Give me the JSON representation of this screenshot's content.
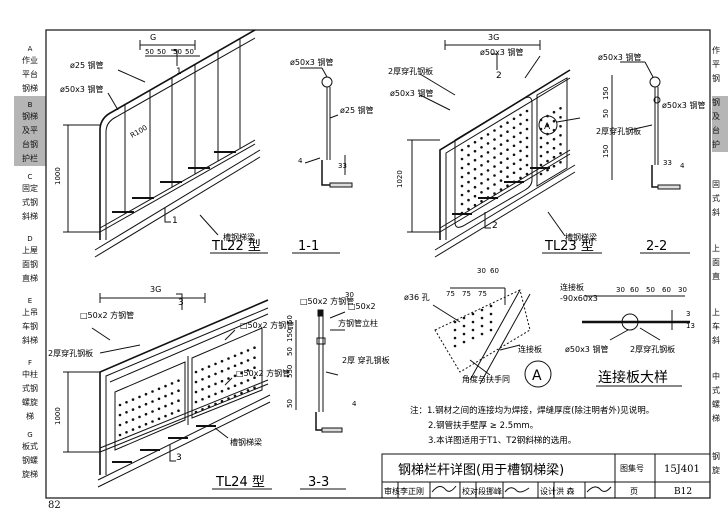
{
  "left_tabs": [
    {
      "letter": "A",
      "lines": "作业\n平台\n钢梯",
      "active": false
    },
    {
      "letter": "B",
      "lines": "钢梯\n及平\n台钢\n护栏",
      "active": true
    },
    {
      "letter": "C",
      "lines": "固定\n式钢\n斜梯",
      "active": false
    },
    {
      "letter": "D",
      "lines": "上屋\n面钢\n直梯",
      "active": false
    },
    {
      "letter": "E",
      "lines": "上吊\n车钢\n斜梯",
      "active": false
    },
    {
      "letter": "F",
      "lines": "中柱\n式钢\n螺旋\n梯",
      "active": false
    },
    {
      "letter": "G",
      "lines": "板式\n钢螺\n旋梯",
      "active": false
    }
  ],
  "right_tabs": [
    {
      "lines": "作\n平\n钢",
      "active": false
    },
    {
      "lines": "钢\n及\n台\n护",
      "active": true
    },
    {
      "lines": "固\n式\n斜",
      "active": false
    },
    {
      "lines": "上\n面\n直",
      "active": false
    },
    {
      "lines": "上\n车\n斜",
      "active": false
    },
    {
      "lines": "中\n式\n螺\n梯",
      "active": false
    },
    {
      "lines": "钢\n旋",
      "active": false
    }
  ],
  "page_number": "82",
  "tl22": {
    "title": "TL22 型",
    "section": "1-1",
    "dim_G": "G",
    "dims_top": [
      "50",
      "50",
      "50",
      "50"
    ],
    "label_rail": "ø25 钢管",
    "label_handrail": "ø50x3 钢管",
    "label_r": "R100",
    "height": "1000",
    "section_mark": "1",
    "label_beam": "槽钢梯梁",
    "sec_top": "ø50x3 钢管",
    "sec_mid": "ø25 钢管",
    "sec_weld": "4",
    "sec_dim": "33"
  },
  "tl23": {
    "title": "TL23 型",
    "section": "2-2",
    "dim_3G": "3G",
    "label_top": "ø50x3 钢管",
    "label_plate": "2厚穿孔钢板",
    "label_handrail": "ø50x3 钢管",
    "height": "1020",
    "section_mark": "2",
    "label_beam": "槽钢梯梁",
    "callout": "A",
    "sec_top": "ø50x3 钢管",
    "sec_tube": "ø50x3 钢管",
    "sec_plate": "2厚穿孔钢板",
    "sec_d1": "150",
    "sec_d2": "50",
    "sec_d3": "150",
    "sec_d4": "33",
    "sec_weld": "4"
  },
  "tl24": {
    "title": "TL24 型",
    "section": "3-3",
    "dim_3G": "3G",
    "label_tube": "□50x2\n方钢管",
    "label_plate": "2厚穿孔钢板",
    "label_tube2": "□50x2\n方钢管",
    "label_tube3": "□50x2\n方钢管",
    "height": "1000",
    "section_mark": "3",
    "label_beam": "槽钢梯梁",
    "sec_top": "□50x2\n方钢管",
    "sec_top2": "□50x2",
    "sec_post": "方钢管立柱",
    "sec_plate": "2厚\n穿孔钢板",
    "sec_dims": [
      "50",
      "150",
      "50",
      "550",
      "50"
    ],
    "sec_d30": "30",
    "sec_weld": "4"
  },
  "detail": {
    "hole": "ø36 孔",
    "dims": [
      "75",
      "75",
      "75"
    ],
    "d30": "30",
    "d60": "60",
    "link": "连接板",
    "angle": "角度与扶手同",
    "callout": "A",
    "title": "连接板大样",
    "link2": "连接板",
    "link2_size": "-90x60x3",
    "dims2": [
      "30",
      "60",
      "50",
      "60",
      "30"
    ],
    "pipe": "ø50x3 钢管",
    "plate": "2厚穿孔钢板",
    "d3": "3",
    "d13": "13"
  },
  "notes": [
    "注：1.钢材之间的连接均为焊接，焊缝厚度(除注明者外)见说明。",
    "2.钢管扶手壁厚 ≥ 2.5mm。",
    "3.本详图适用于T1、T2钢斜梯的选用。"
  ],
  "title_block": {
    "title": "钢梯栏杆详图(用于槽钢梯梁)",
    "atlas_label": "图集号",
    "atlas_no": "15J401",
    "review": "审核",
    "reviewer": "李正刚",
    "check": "校对",
    "checker": "段挪峰",
    "design": "设计",
    "designer": "洪  森",
    "page_label": "页",
    "page_no": "B12"
  }
}
